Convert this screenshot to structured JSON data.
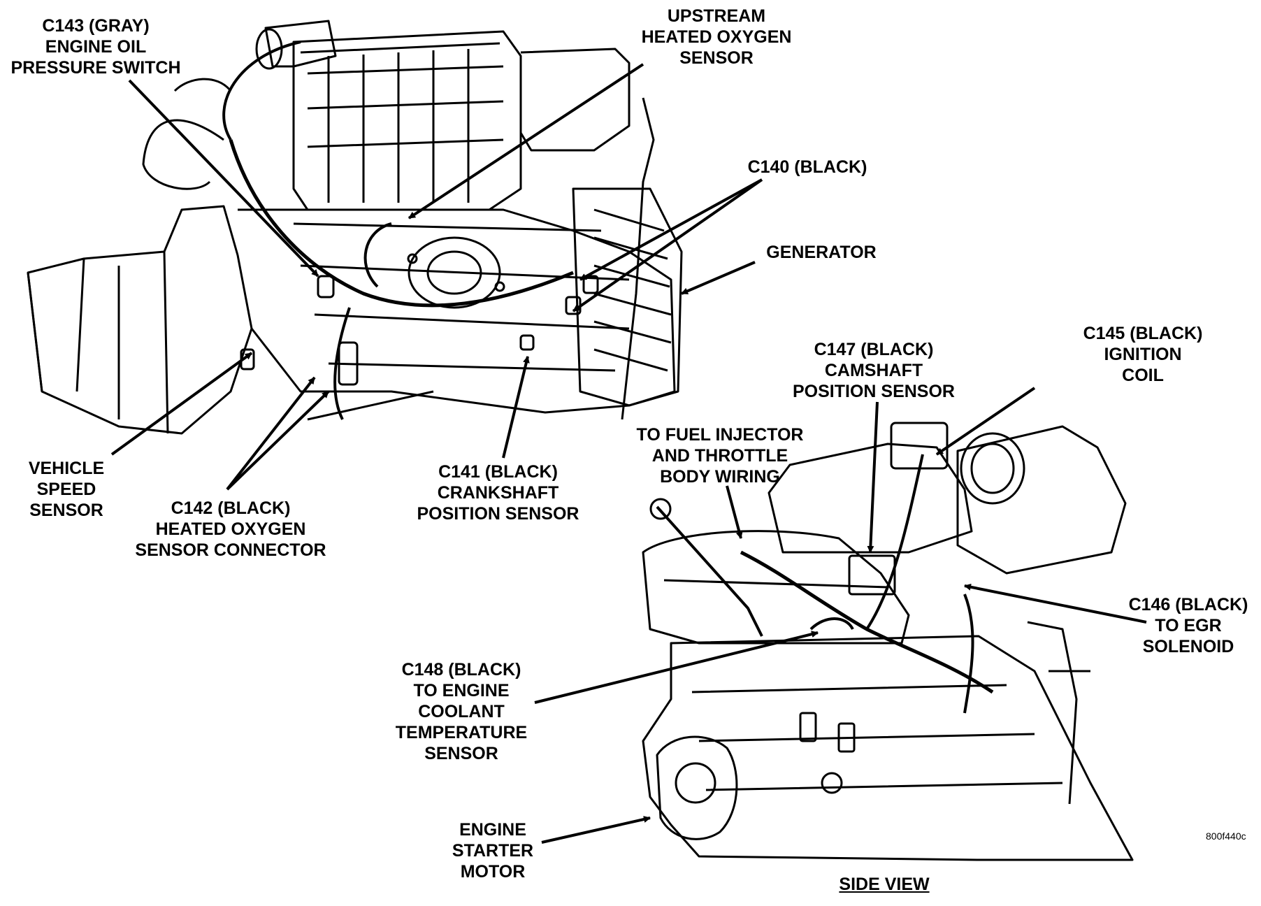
{
  "colors": {
    "ink": "#000000",
    "paper": "#ffffff"
  },
  "labels": {
    "c143": [
      "C143 (GRAY)",
      "ENGINE OIL",
      "PRESSURE SWITCH"
    ],
    "upstream": [
      "UPSTREAM",
      "HEATED OXYGEN",
      "SENSOR"
    ],
    "c140": [
      "C140 (BLACK)"
    ],
    "generator": [
      "GENERATOR"
    ],
    "c147": [
      "C147 (BLACK)",
      "CAMSHAFT",
      "POSITION SENSOR"
    ],
    "c145": [
      "C145 (BLACK)",
      "IGNITION",
      "COIL"
    ],
    "fuel": [
      "TO FUEL INJECTOR",
      "AND THROTTLE",
      "BODY WIRING"
    ],
    "vss": [
      "VEHICLE",
      "SPEED",
      "SENSOR"
    ],
    "c142": [
      "C142 (BLACK)",
      "HEATED OXYGEN",
      "SENSOR CONNECTOR"
    ],
    "c141": [
      "C141 (BLACK)",
      "CRANKSHAFT",
      "POSITION SENSOR"
    ],
    "c146": [
      "C146 (BLACK)",
      "TO EGR",
      "SOLENOID"
    ],
    "c148": [
      "C148 (BLACK)",
      "TO ENGINE",
      "COOLANT",
      "TEMPERATURE",
      "SENSOR"
    ],
    "starter": [
      "ENGINE",
      "STARTER",
      "MOTOR"
    ],
    "side_view": "SIDE VIEW",
    "figure_code": "800f440c"
  }
}
